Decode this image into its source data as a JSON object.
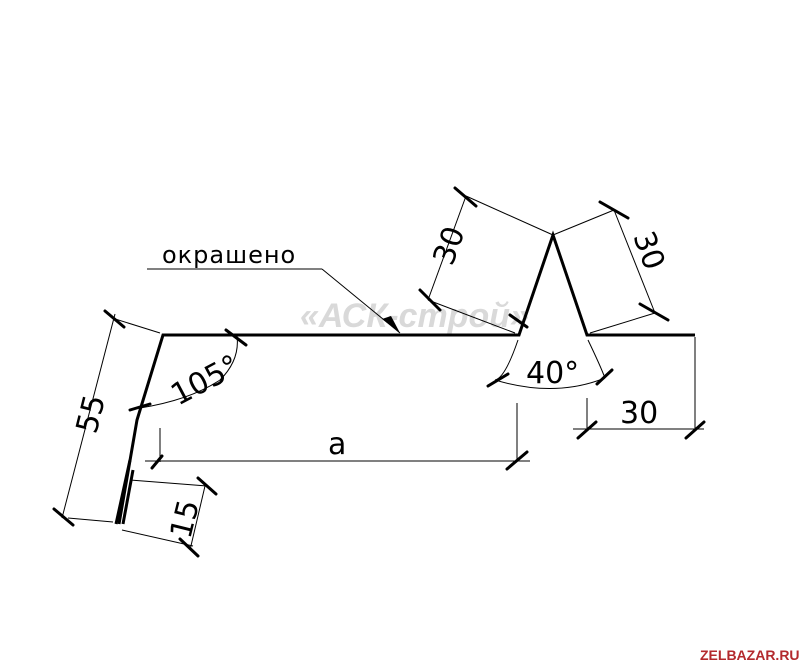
{
  "labels": {
    "coating": "окрашено",
    "watermark": "«АСК-строй»",
    "site": "ZELBAZAR.RU"
  },
  "dimensions": {
    "flange_height": "55",
    "hem": "15",
    "length": "a",
    "angle_bend": "105°",
    "ridge_left": "30",
    "ridge_right": "30",
    "ridge_angle": "40°",
    "right_flange": "30"
  }
}
